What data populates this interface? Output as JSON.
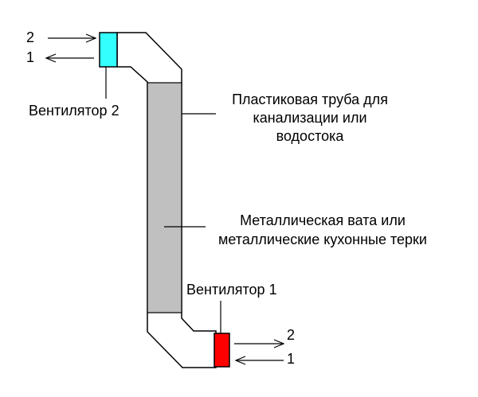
{
  "labels": {
    "fan2": "Вентилятор 2",
    "fan1": "Вентилятор 1",
    "pipe_line1": "Пластиковая труба для",
    "pipe_line2": "канализации или",
    "pipe_line3": "водостока",
    "wool_line1": "Металлическая вата или",
    "wool_line2": "металлические кухонные терки"
  },
  "arrows": {
    "top_in": "2",
    "top_out": "1",
    "bottom_in": "2",
    "bottom_out": "1"
  },
  "colors": {
    "fan2": "#33ffff",
    "fan1": "#ff0000",
    "filler": "#c0c0c0",
    "pipe": "#ffffff",
    "outline": "#000000"
  }
}
